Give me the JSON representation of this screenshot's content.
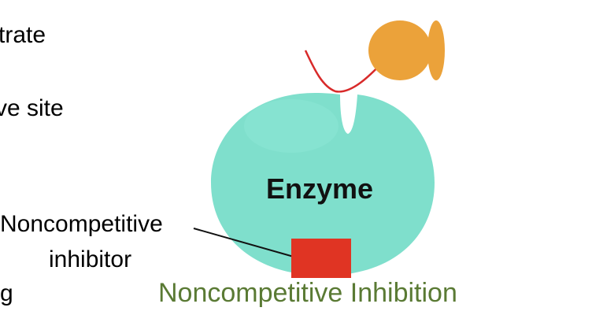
{
  "labels": {
    "substrate_partial": "trate",
    "active_site_partial": "ve site",
    "inhibitor_line1": "Noncompetitive",
    "inhibitor_line2": "inhibitor",
    "drug_partial": "g"
  },
  "enzyme_label": "Enzyme",
  "caption": "Noncompetitive Inhibition",
  "colors": {
    "enzyme": "#7fdfcc",
    "substrate": "#eba23a",
    "inhibitor": "#e03423",
    "caption": "#5a7a34",
    "pointer_line": "#d82a2a"
  }
}
